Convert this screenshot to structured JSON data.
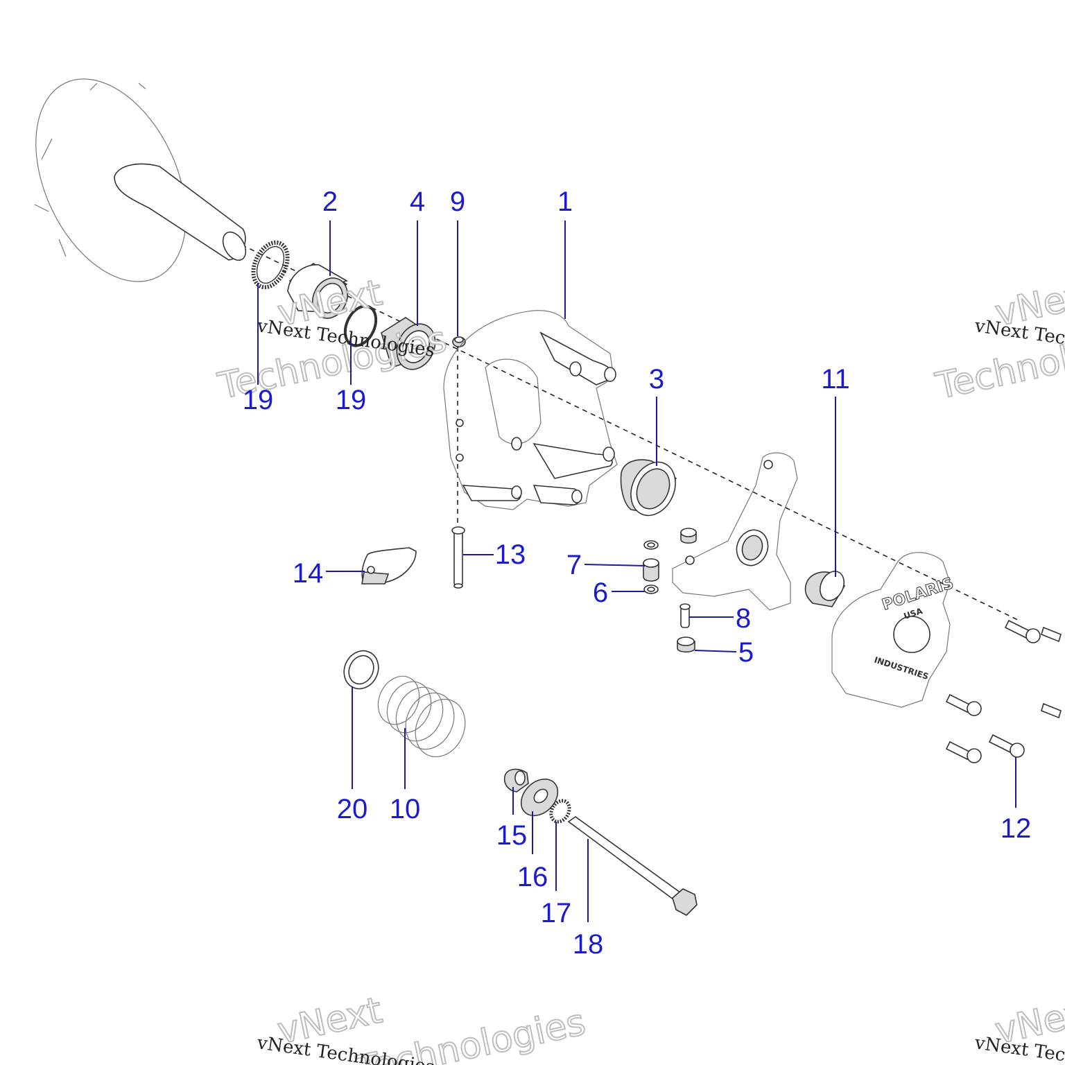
{
  "diagram": {
    "callouts": [
      {
        "id": "c1",
        "label": "1"
      },
      {
        "id": "c2",
        "label": "2"
      },
      {
        "id": "c3",
        "label": "3"
      },
      {
        "id": "c4",
        "label": "4"
      },
      {
        "id": "c5",
        "label": "5"
      },
      {
        "id": "c6",
        "label": "6"
      },
      {
        "id": "c7",
        "label": "7"
      },
      {
        "id": "c8",
        "label": "8"
      },
      {
        "id": "c9",
        "label": "9"
      },
      {
        "id": "c10",
        "label": "10"
      },
      {
        "id": "c11",
        "label": "11"
      },
      {
        "id": "c12",
        "label": "12"
      },
      {
        "id": "c13",
        "label": "13"
      },
      {
        "id": "c14",
        "label": "14"
      },
      {
        "id": "c15",
        "label": "15"
      },
      {
        "id": "c16",
        "label": "16"
      },
      {
        "id": "c17",
        "label": "17"
      },
      {
        "id": "c18",
        "label": "18"
      },
      {
        "id": "c19a",
        "label": "19"
      },
      {
        "id": "c19b",
        "label": "19"
      },
      {
        "id": "c20",
        "label": "20"
      }
    ],
    "logo": {
      "brand": "POLARIS",
      "country": "USA",
      "sub": "INDUSTRIES"
    }
  },
  "watermark": {
    "line1": "vNext",
    "line2": "Technologies",
    "caption": "vNext Technologies"
  },
  "colors": {
    "callout": "#1a1ad0",
    "leader": "#1a1aa6",
    "line": "#333333"
  }
}
